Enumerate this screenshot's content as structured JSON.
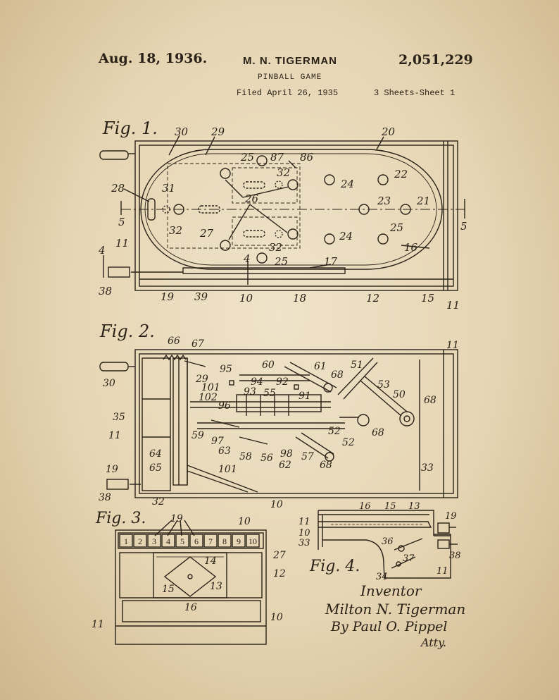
{
  "header": {
    "date": "Aug. 18, 1936.",
    "inventor": "M. N. TIGERMAN",
    "patent_number": "2,051,229",
    "title": "PINBALL GAME",
    "filed": "Filed April 26, 1935",
    "sheets": "3 Sheets-Sheet 1"
  },
  "figures": {
    "fig1": "Fig. 1.",
    "fig2": "Fig. 2.",
    "fig3": "Fig. 3.",
    "fig4": "Fig. 4."
  },
  "fig1_labels": [
    "30",
    "29",
    "20",
    "25",
    "87",
    "86",
    "32",
    "24",
    "22",
    "28",
    "31",
    "26",
    "23",
    "21",
    "5",
    "5",
    "32",
    "27",
    "24",
    "25",
    "16",
    "11",
    "32",
    "25",
    "4",
    "4",
    "17",
    "38",
    "19",
    "39",
    "10",
    "18",
    "12",
    "15",
    "11"
  ],
  "fig2_labels": [
    "66",
    "67",
    "11",
    "30",
    "29",
    "95",
    "60",
    "61",
    "68",
    "51",
    "101",
    "94",
    "92",
    "53",
    "102",
    "93",
    "55",
    "91",
    "50",
    "68",
    "96",
    "35",
    "59",
    "52",
    "68",
    "11",
    "97",
    "63",
    "58",
    "56",
    "98",
    "57",
    "62",
    "52",
    "68",
    "64",
    "19",
    "65",
    "101",
    "33",
    "38",
    "32",
    "10"
  ],
  "fig3_labels": [
    "19",
    "10",
    "1",
    "2",
    "3",
    "4",
    "5",
    "6",
    "7",
    "8",
    "9",
    "10",
    "27",
    "14",
    "12",
    "15",
    "13",
    "16",
    "10",
    "11"
  ],
  "fig4_labels": [
    "16",
    "15",
    "13",
    "19",
    "11",
    "10",
    "33",
    "36",
    "37",
    "38",
    "34",
    "11"
  ],
  "signature": {
    "inventor_label": "Inventor",
    "name": "Milton N. Tigerman",
    "by": "By Paul O. Pippel",
    "atty": "Atty."
  }
}
